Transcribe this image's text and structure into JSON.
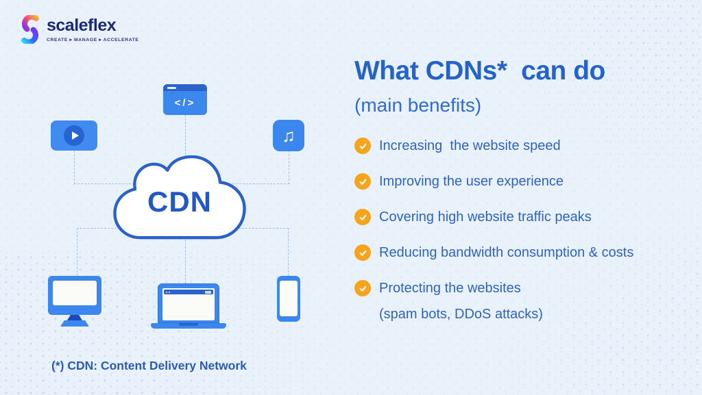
{
  "logo": {
    "brand": "scaleflex",
    "tagline": "CREATE ▸ MANAGE ▸ ACCELERATE"
  },
  "heading": {
    "title": "What CDNs*  can do",
    "subtitle": "(main benefits)"
  },
  "benefits": [
    {
      "label": "Increasing  the website speed"
    },
    {
      "label": "Improving the user experience"
    },
    {
      "label": "Covering high website traffic peaks"
    },
    {
      "label": "Reducing bandwidth consumption & costs"
    },
    {
      "label": "Protecting the websites",
      "sub": "(spam bots, DDoS attacks)"
    }
  ],
  "diagram": {
    "cloud_label": "CDN",
    "code_label": "</>",
    "music_glyph": "♫"
  },
  "footnote": "(*) CDN: Content Delivery Network",
  "colors": {
    "background": "#e9f1fb",
    "heading_blue": "#2563c9",
    "list_text_blue": "#2f63c0",
    "device_blue": "#3b87ee",
    "device_dark_blue": "#2a63c9",
    "check_orange": "#f6a41c",
    "cloud_border": "#2a62c9",
    "brand_navy": "#1b2a73",
    "dashed_line": "#9fbfe8"
  }
}
